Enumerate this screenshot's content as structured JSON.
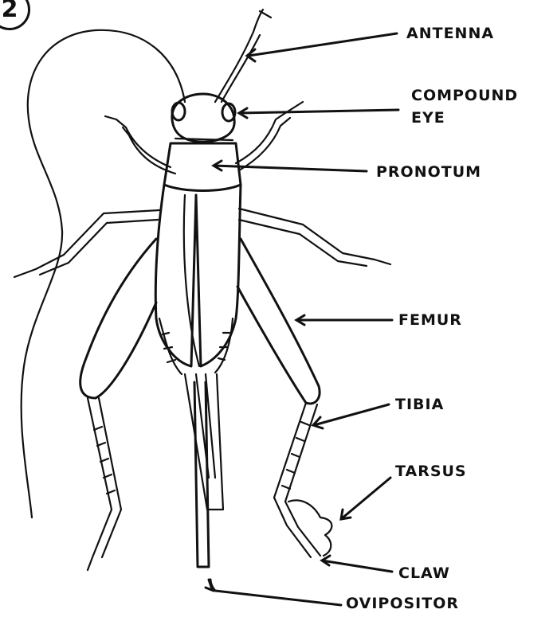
{
  "figure_number": "2",
  "labels": {
    "antenna": "ANTENNA",
    "compound_eye_line1": "COMPOUND",
    "compound_eye_line2": "EYE",
    "pronotum": "PRONOTUM",
    "femur": "FEMUR",
    "tibia": "TIBIA",
    "tarsus": "TARSUS",
    "claw": "CLAW",
    "ovipositor": "OVIPOSITOR"
  }
}
